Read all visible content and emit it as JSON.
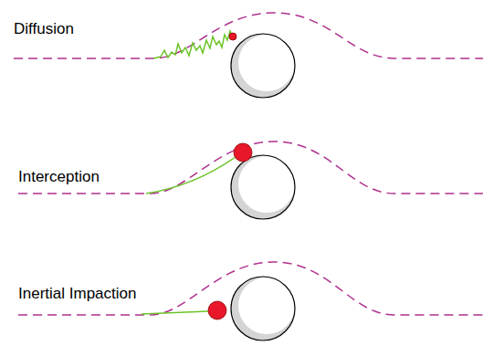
{
  "diagram": {
    "labels": [
      "Diffusion",
      "Interception",
      "Inertial Impaction"
    ]
  }
}
